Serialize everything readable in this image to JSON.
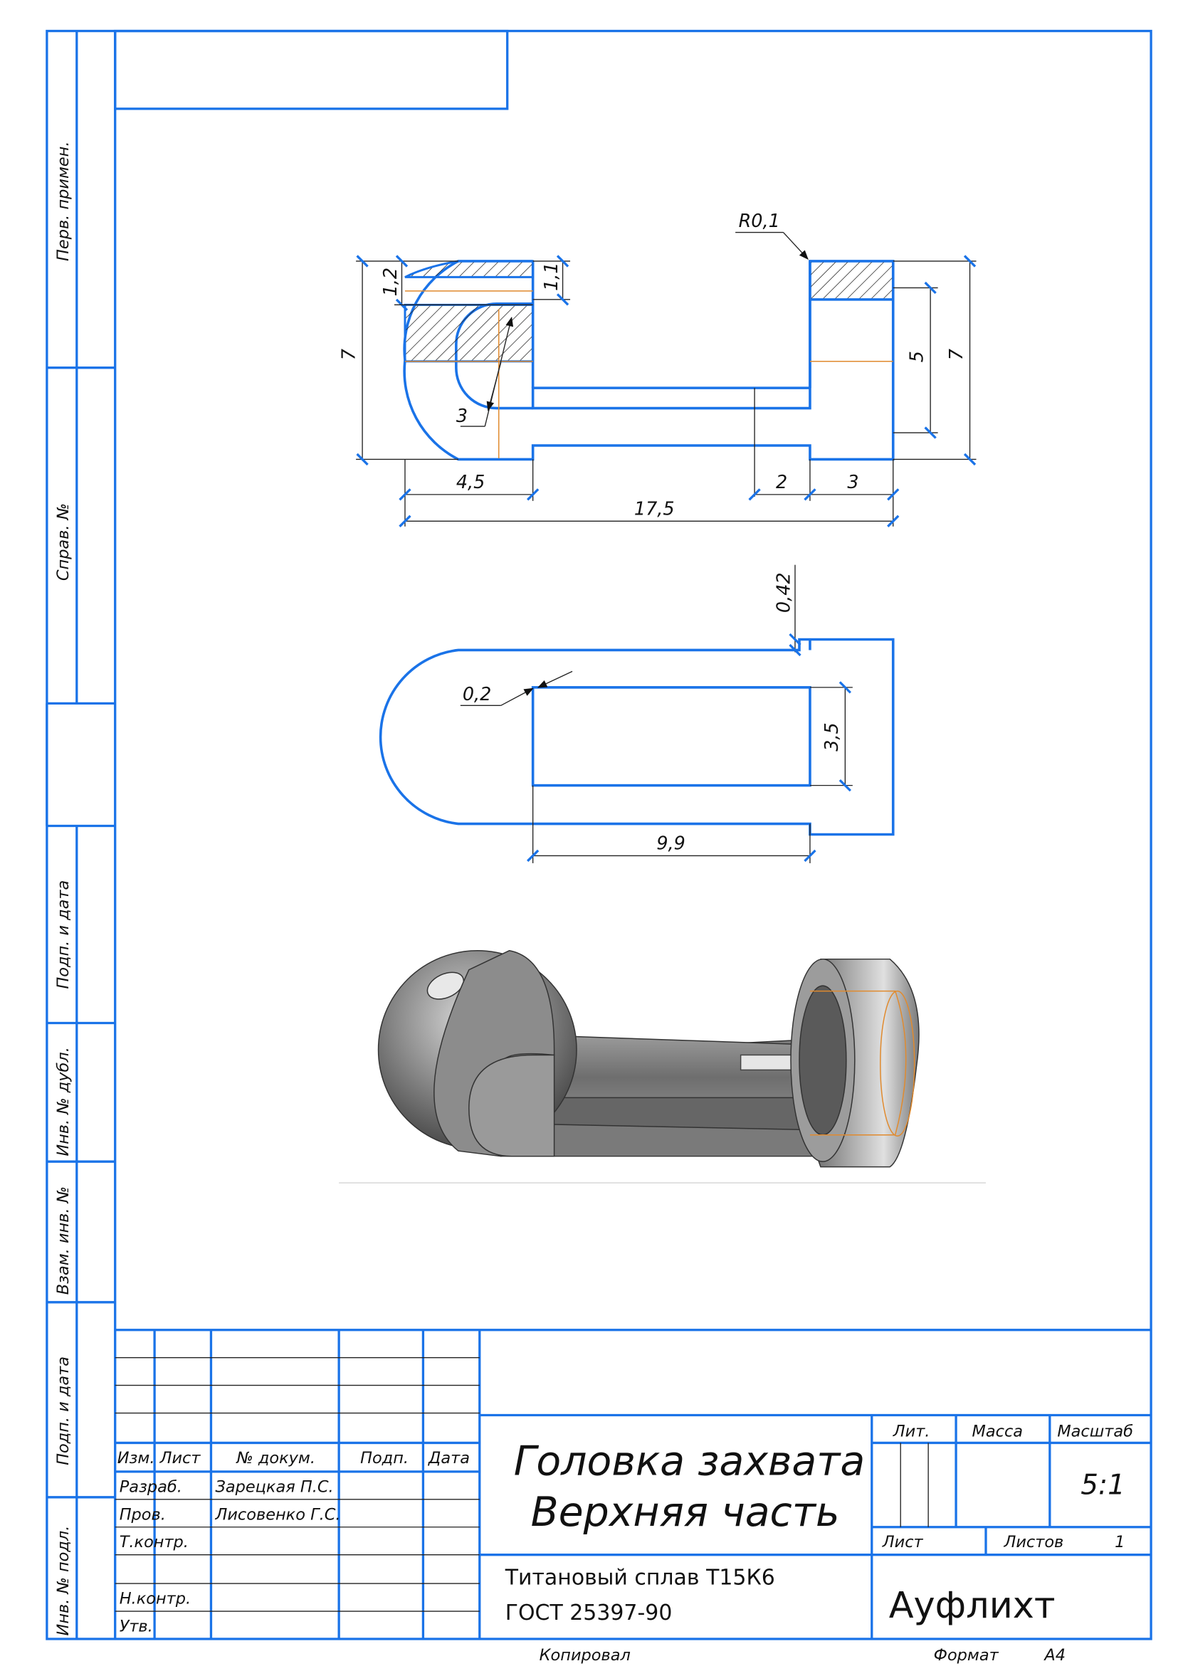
{
  "drawing": {
    "title_line1": "Головка захвата",
    "title_line2": "Верхняя часть",
    "material_line1": "Титановый сплав Т15К6",
    "material_line2": "ГОСТ 25397-90",
    "organization": "Ауфлихт",
    "scale_value": "5:1",
    "sheets_count": "1"
  },
  "stamp": {
    "lit": "Лит.",
    "mass": "Масса",
    "scale": "Масштаб",
    "sheet": "Лист",
    "sheets": "Листов",
    "col_izm": "Изм.",
    "col_list": "Лист",
    "col_doc": "№ докум.",
    "col_sign": "Подп.",
    "col_date": "Дата",
    "row_razrab": "Разраб.",
    "row_prov": "Пров.",
    "row_tkontr": "Т.контр.",
    "row_nkontr": "Н.контр.",
    "row_utv": "Утв.",
    "razrab_name": "Зарецкая П.С.",
    "prov_name": "Лисовенко Г.С.",
    "copied": "Копировал",
    "format_label": "Формат",
    "format_value": "А4"
  },
  "side_strip": {
    "perv_primen": "Перв. примен.",
    "sprav_no": "Справ. №",
    "podp_data_1": "Подп. и дата",
    "inv_dubl": "Инв. № дубл.",
    "vzam_inv": "Взам. инв. №",
    "podp_data_2": "Подп. и дата",
    "inv_podl": "Инв. № подл."
  },
  "dimensions": {
    "top_view": {
      "r01": "R0,1",
      "d12": "1,2",
      "d11": "1,1",
      "d7_left": "7",
      "d3_radius": "3",
      "d45": "4,5",
      "d175": "17,5",
      "d2": "2",
      "d3": "3",
      "d5": "5",
      "d7_right": "7"
    },
    "section_view": {
      "d042": "0,42",
      "d02": "0,2",
      "d35": "3,5",
      "d99": "9,9"
    }
  },
  "colors": {
    "frame": "#1a73e8",
    "axis": "#e08a2e",
    "dimension": "#222222"
  }
}
